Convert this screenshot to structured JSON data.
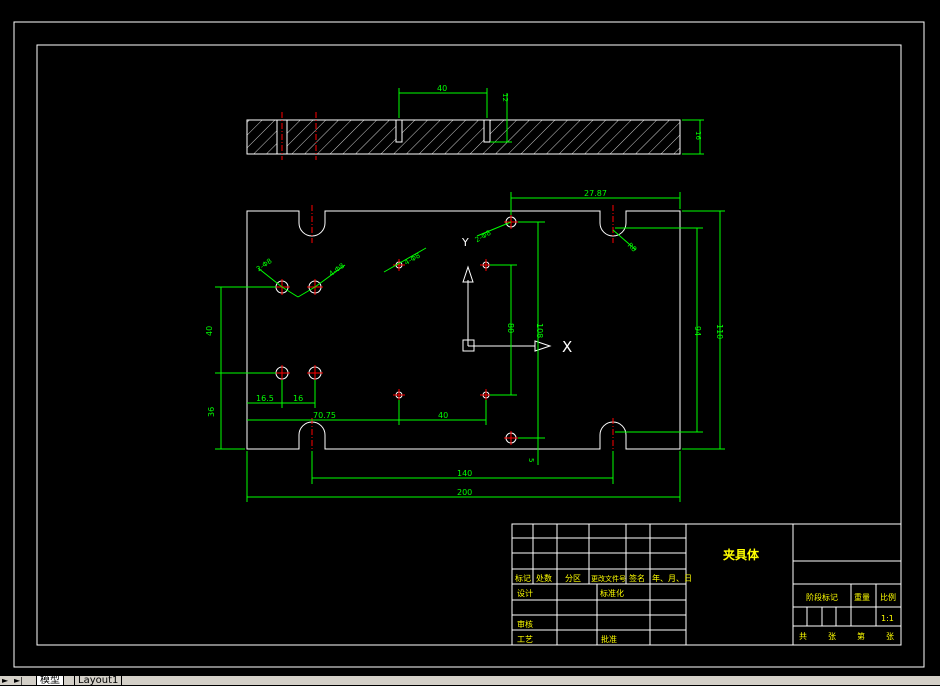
{
  "drawing": {
    "side_view": {
      "dim_width": "40",
      "dim_slot_depth": "12",
      "dim_thickness": "16"
    },
    "top_view": {
      "dim_offset_top": "27.87",
      "dim_overall_width": "200",
      "dim_slot_spacing": "140",
      "dim_overall_height": "110",
      "dim_inner_height": "94",
      "dim_hole_height": "108",
      "dim_hole_row_height": "80",
      "dim_left_hole_spacing": "40",
      "dim_left_bottom": "36",
      "dim_hole_x1": "16.5",
      "dim_hole_x2": "16",
      "dim_center_x": "70.75",
      "dim_center_gap": "40",
      "dim_bottom_small": "5",
      "callout_1": "2-Φ8",
      "callout_2": "4-Φ8",
      "callout_3": "4-Φ8",
      "callout_4": "2-Φ8",
      "callout_r": "R8",
      "axis_y": "Y",
      "axis_x": "X"
    },
    "title_block": {
      "part_name": "夹具体",
      "headers": [
        "标记",
        "处数",
        "分区",
        "更改文件号",
        "签名",
        "年、月、日"
      ],
      "row_design": "设计",
      "row_standard": "标准化",
      "row_review": "审核",
      "row_process": "工艺",
      "row_approve": "批准",
      "stage_label": "阶段标记",
      "weight_label": "重量",
      "scale_label": "比例",
      "scale_value": "1:1",
      "sheets": [
        "共",
        "张",
        "第",
        "张"
      ]
    }
  },
  "tabs": {
    "model": "模型",
    "layout1": "Layout1"
  },
  "colors": {
    "background": "#000000",
    "outline": "#ffffff",
    "dimension": "#00ff00",
    "centerline": "#ff0000",
    "hatch": "#ffffff",
    "title_text": "#ffff00"
  }
}
